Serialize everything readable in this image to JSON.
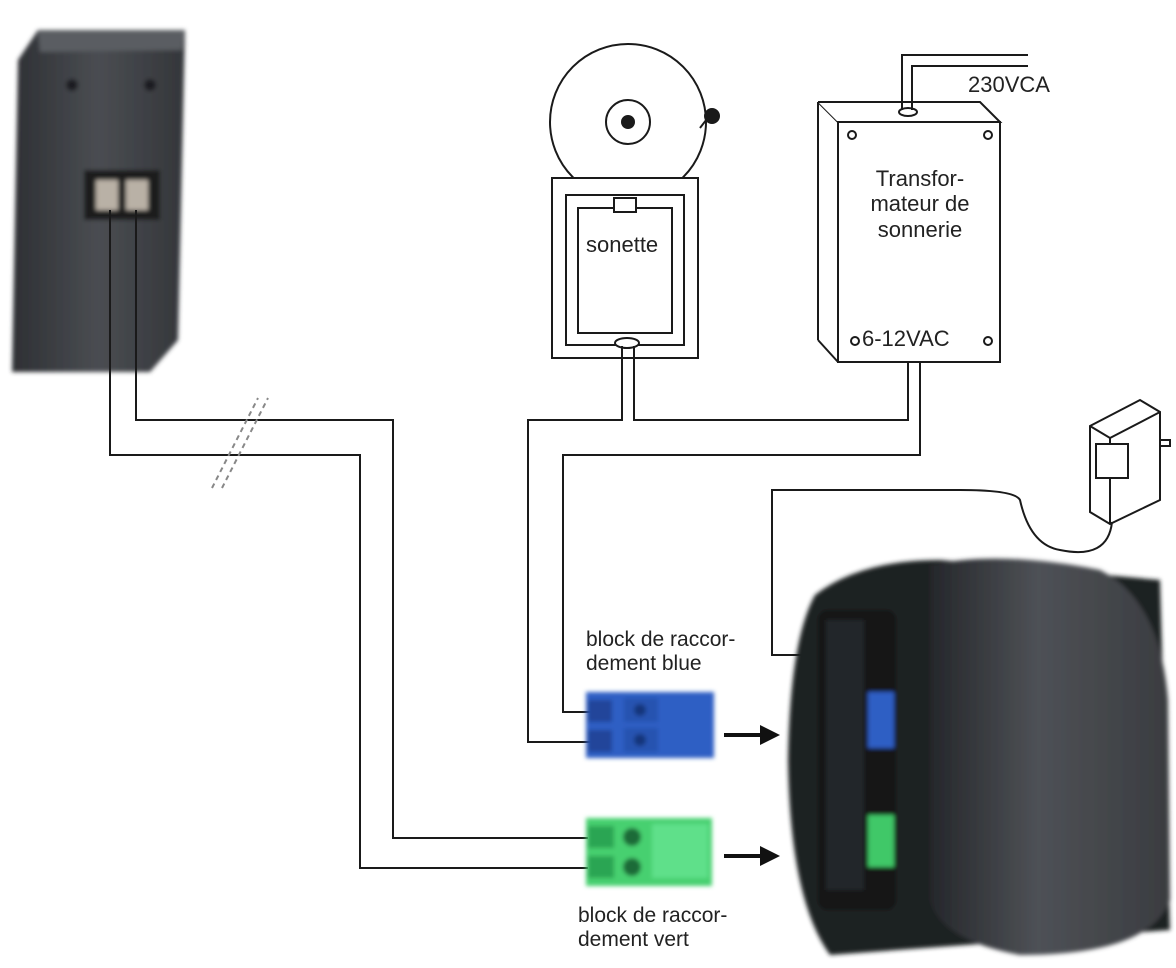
{
  "labels": {
    "mains_voltage": "230VCA",
    "transformer_line1": "Transfor-",
    "transformer_line2": "mateur de",
    "transformer_line3": "sonnerie",
    "transformer_output": "6-12VAC",
    "bell": "sonette",
    "blue_block_line1": "block de raccor-",
    "blue_block_line2": "dement blue",
    "green_block_line1": "block de raccor-",
    "green_block_line2": "dement vert"
  },
  "colors": {
    "wire": "#1a1a1a",
    "device_dark": "#3a3d42",
    "blue_terminal": "#2f5fc4",
    "green_terminal": "#3fc867",
    "monitor_body": "#4a4d52"
  }
}
